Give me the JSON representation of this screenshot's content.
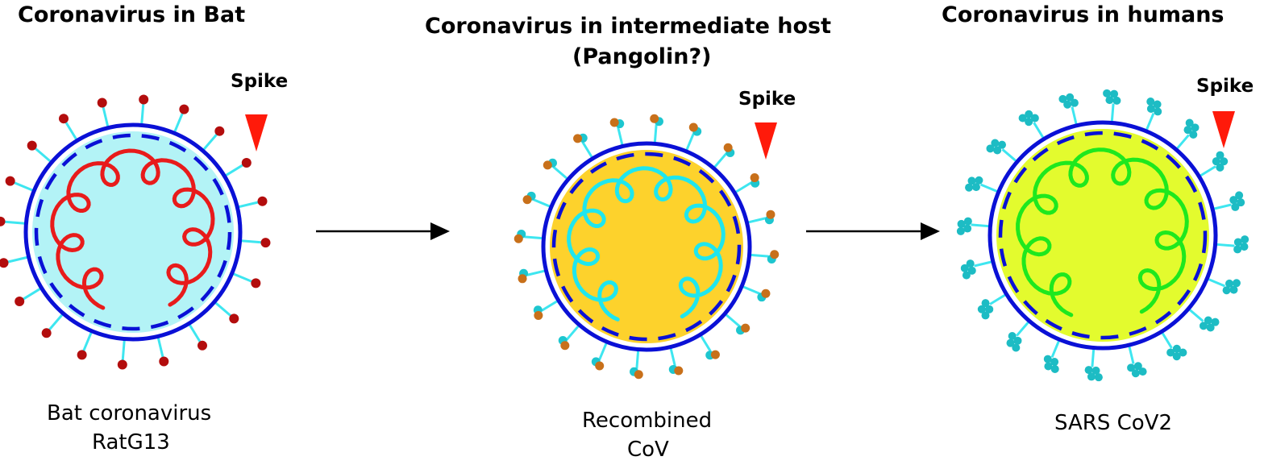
{
  "stages": [
    {
      "title": "Coronavirus in Bat",
      "label_lines": [
        "Bat coronavirus",
        "RatG13"
      ],
      "spike_label": "Spike",
      "fill": "#b3f3f6",
      "genome": "#e81b1b",
      "spike_head": "#b30d0d",
      "spike_type": "single"
    },
    {
      "title_lines": [
        "Coronavirus in intermediate host",
        "(Pangolin?)"
      ],
      "label_lines": [
        "Recombined",
        "CoV"
      ],
      "spike_label": "Spike",
      "fill": "#fdd22c",
      "genome": "#1fe6ee",
      "spike_head": "#c8701a",
      "spike_type": "double"
    },
    {
      "title": "Coronavirus in humans",
      "label_lines": [
        "SARS CoV2"
      ],
      "spike_label": "Spike",
      "fill": "#e3fb2e",
      "genome": "#1ee81e",
      "spike_head": "#1dbcc4",
      "spike_type": "triple"
    }
  ],
  "colors": {
    "envelope": "#0a10d6",
    "stalk": "#3ee6f0",
    "marker": "#ff1a0a",
    "arrow": "#000000",
    "cyan_ball": "#1dc6cf"
  }
}
